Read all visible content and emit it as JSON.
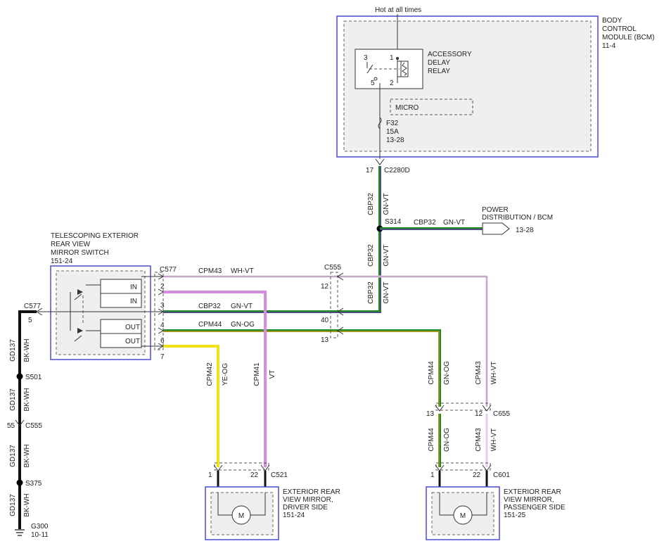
{
  "hot_label": "Hot at all times",
  "colors": {
    "GN-VT_stripe": "#6a2fbf",
    "GN-VT_base": "#1e8a1e",
    "GN-OG_stripe": "#e8a020",
    "GN-OG_base": "#1e8a1e",
    "YE-OG": "#f2e21a",
    "VT": "#d58be0",
    "WH-VT": "#e8c8ef",
    "BK-WH": "#111111",
    "box_border": "#4b4bd1"
  },
  "bcm": {
    "title": [
      "BODY",
      "CONTROL",
      "MODULE (BCM)",
      "11-4"
    ],
    "relay_label": [
      "ACCESSORY",
      "DELAY",
      "RELAY"
    ],
    "relay_pins": {
      "p1": "1",
      "p2": "2",
      "p3": "3",
      "p5": "5"
    },
    "micro": "MICRO",
    "fuse": [
      "F32",
      "15A",
      "13-28"
    ]
  },
  "c2280d": {
    "pin": "17",
    "name": "C2280D"
  },
  "wires": {
    "cbp32": "CBP32",
    "gn_vt": "GN-VT",
    "cpm43": "CPM43",
    "wh_vt": "WH-VT",
    "cpm44": "CPM44",
    "gn_og": "GN-OG",
    "cpm42": "CPM42",
    "ye_og": "YE-OG",
    "cpm41": "CPM41",
    "vt": "VT",
    "gd137": "GD137",
    "bk_wh": "BK-WH"
  },
  "s314": "S314",
  "power_dist": {
    "label": [
      "POWER",
      "DISTRIBUTION / BCM"
    ],
    "ref": "13-28"
  },
  "switch": {
    "title": [
      "TELESCOPING EXTERIOR",
      "REAR VIEW",
      "MIRROR SWITCH",
      "151-24"
    ],
    "in": "IN",
    "out": "OUT",
    "connector": "C577",
    "pins": [
      "2",
      "3",
      "4",
      "6",
      "7"
    ],
    "left_connector": "C577",
    "left_pin": "5"
  },
  "c555": {
    "name": "C555",
    "pins": [
      "12",
      "40",
      "13"
    ],
    "left_pin": "55",
    "left_name": "C555"
  },
  "splices": {
    "s501": "S501",
    "s375": "S375"
  },
  "ground": {
    "name": "G300",
    "ref": "10-11"
  },
  "c655": {
    "pin13": "13",
    "pin12": "12",
    "name": "C655"
  },
  "c521": {
    "pin1": "1",
    "pin22": "22",
    "name": "C521"
  },
  "c601": {
    "pin1": "1",
    "pin22": "22",
    "name": "C601"
  },
  "mirror_driver": {
    "title": [
      "EXTERIOR REAR",
      "VIEW MIRROR,",
      "DRIVER SIDE",
      "151-24"
    ],
    "motor": "M"
  },
  "mirror_passenger": {
    "title": [
      "EXTERIOR REAR",
      "VIEW MIRROR,",
      "PASSENGER SIDE",
      "151-25"
    ],
    "motor": "M"
  }
}
